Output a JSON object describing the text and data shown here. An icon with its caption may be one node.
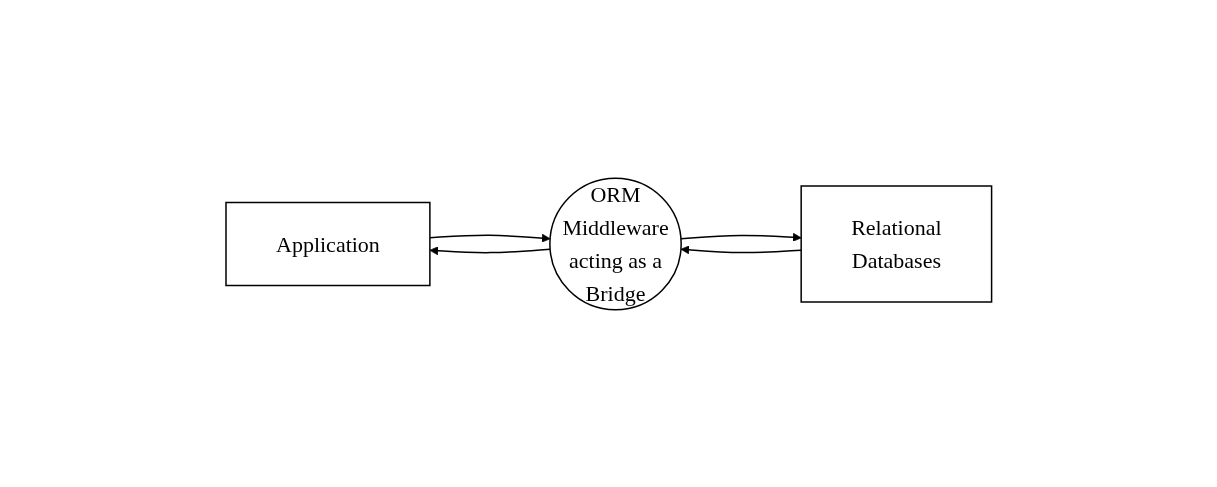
{
  "diagram": {
    "nodes": [
      {
        "text": [
          "Application"
        ]
      },
      {
        "text": [
          "ORM Middleware acting as a Bridge"
        ]
      },
      {
        "text": [
          "Relational Databases"
        ]
      }
    ],
    "edges": [
      {
        "from": 0,
        "to": 1,
        "arrow": "to"
      },
      {
        "from": 1,
        "to": 0,
        "arrow": "to"
      },
      {
        "from": 1,
        "to": 2,
        "arrow": "to"
      },
      {
        "from": 2,
        "to": 1,
        "arrow": "to"
      }
    ]
  }
}
